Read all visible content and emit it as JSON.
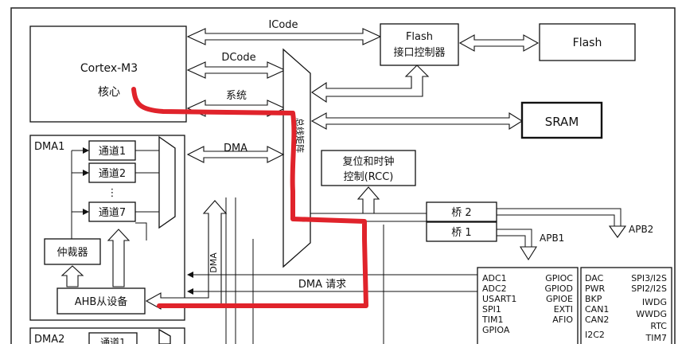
{
  "cortex": {
    "line1": "Cortex-M3",
    "line2": "核心"
  },
  "buses": {
    "icode": "ICode",
    "dcode": "DCode",
    "system": "系统",
    "dma": "DMA"
  },
  "flash_ctrl": {
    "line1": "Flash",
    "line2": "接口控制器"
  },
  "flash": "Flash",
  "sram": "SRAM",
  "bus_matrix": "总线矩阵",
  "rcc": {
    "line1": "复位和时钟",
    "line2": "控制(RCC)"
  },
  "dma1": {
    "title": "DMA1",
    "channels": [
      "通道1",
      "通道2",
      "通道7"
    ],
    "arbiter": "仲裁器",
    "ahb_slave": "AHB从设备"
  },
  "dma2": {
    "title": "DMA2",
    "channel1": "通道1"
  },
  "vertical_dma": "DMA",
  "dma_request": "DMA 请求",
  "bridges": {
    "b2": "桥 2",
    "b1": "桥 1"
  },
  "apb": {
    "apb1": "APB1",
    "apb2": "APB2"
  },
  "apb2_left": [
    "ADC1",
    "ADC2",
    "USART1",
    "SPI1",
    "TIM1",
    "GPIOA"
  ],
  "apb2_right": [
    "GPIOC",
    "GPIOD",
    "GPIOE",
    "EXTI",
    "AFIO"
  ],
  "apb1_left": [
    "DAC",
    "PWR",
    "BKP",
    "CAN1",
    "CAN2",
    "I2C2"
  ],
  "apb1_right": [
    "SPI3/I2S",
    "SPI2/I2S",
    "IWDG",
    "WWDG",
    "RTC",
    "TIM7"
  ],
  "colors": {
    "annotation": "#e0232b",
    "line": "#111111"
  }
}
